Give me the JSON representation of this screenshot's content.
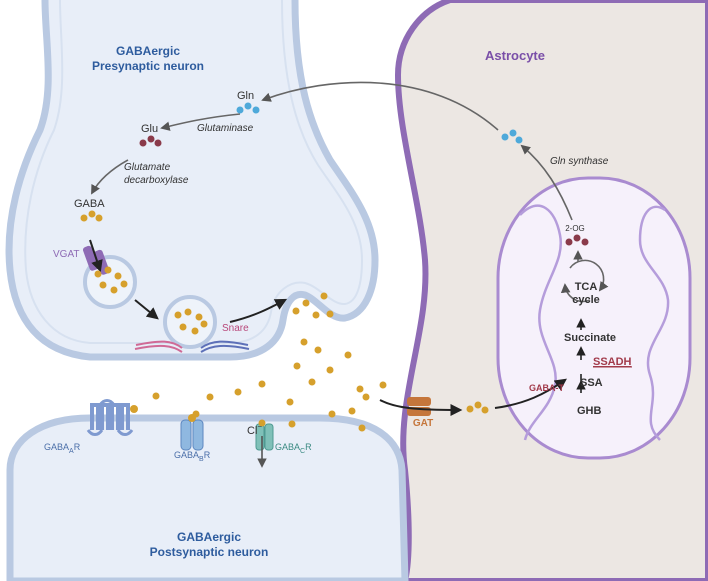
{
  "labels": {
    "presynaptic_line1": "GABAergic",
    "presynaptic_line2": "Presynaptic neuron",
    "postsynaptic_line1": "GABAergic",
    "postsynaptic_line2": "Postsynaptic neuron",
    "astrocyte": "Astrocyte",
    "gln": "Gln",
    "glu": "Glu",
    "glutaminase": "Glutaminase",
    "gad_line1": "Glutamate",
    "gad_line2": "decarboxylase",
    "gaba": "GABA",
    "vgat": "VGAT",
    "snare": "Snare",
    "gat": "GAT",
    "gln_synthase": "Gln synthase",
    "two_og": "2-OG",
    "tca_line1": "TCA",
    "tca_line2": "cycle",
    "succinate": "Succinate",
    "ssadh": "SSADH",
    "gaba_t": "GABA-T",
    "ssa": "SSA",
    "ghb": "GHB",
    "chloride": "Cl",
    "chloride_sup": "−",
    "gabaa_main": "GABA",
    "gabaa_sub": "A",
    "gabab_main": "GABA",
    "gabab_sub": "B",
    "gabac_main": "GABA",
    "gabac_sub": "C",
    "receptor_suffix": "R"
  },
  "colors": {
    "neuron_fill": "#e8eef8",
    "neuron_stroke": "#b9c9e2",
    "astro_fill": "#ece7e3",
    "astro_stroke": "#8e6bb5",
    "mito_fill": "#f6f1fb",
    "mito_stroke": "#a98bd0",
    "gaba_dot": "#d6a02c",
    "gln_dot": "#4ea9da",
    "glu_dot": "#8a3a4a",
    "title_blue": "#2e5c9e",
    "astro_title": "#7a4fa8",
    "enzyme_red": "#a23a4a",
    "gat_orange": "#c5763b"
  }
}
